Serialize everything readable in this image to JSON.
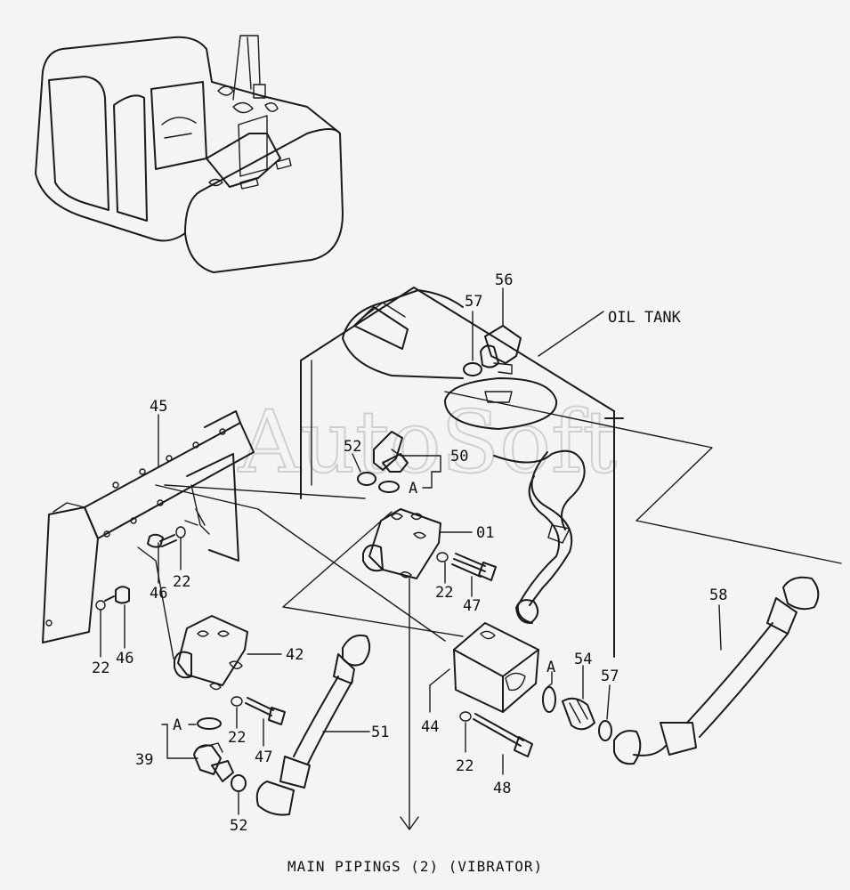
{
  "watermark": "AutoSoft",
  "caption": "MAIN PIPINGS (2) (VIBRATOR)",
  "labels": {
    "oil_tank": "OIL TANK",
    "p56": "56",
    "p57_top": "57",
    "p52_top": "52",
    "p50": "50",
    "a_top": "A",
    "p45": "45",
    "p01": "01",
    "p46_a": "46",
    "p22_a": "22",
    "p22_b": "22",
    "p47_a": "47",
    "p22_c": "22",
    "p46_b": "46",
    "p42": "42",
    "p58": "58",
    "p54": "54",
    "a_right": "A",
    "p57_right": "57",
    "p44": "44",
    "p22_d": "22",
    "p48": "48",
    "p51": "51",
    "a_left": "A",
    "p39": "39",
    "p22_e": "22",
    "p47_b": "47",
    "p52_bottom": "52"
  }
}
